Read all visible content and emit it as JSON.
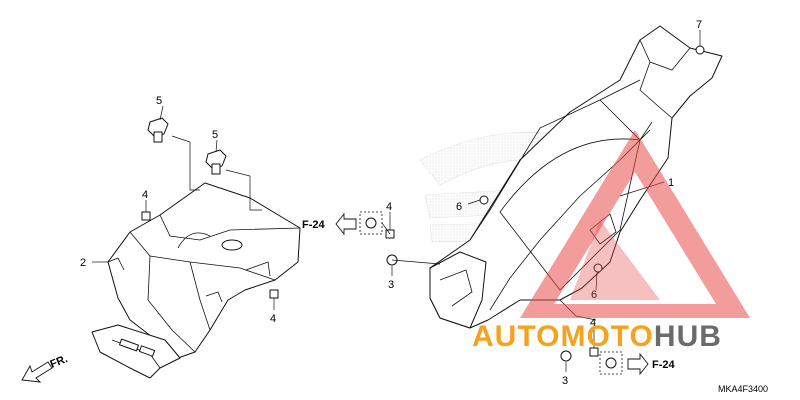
{
  "callouts": {
    "c1": "1",
    "c2": "2",
    "c3a": "3",
    "c3b": "3",
    "c4a": "4",
    "c4b": "4",
    "c4c": "4",
    "c4d": "4",
    "c5a": "5",
    "c5b": "5",
    "c6a": "6",
    "c6b": "6",
    "c7": "7"
  },
  "refs": {
    "f24_left": "F-24",
    "f24_right": "F-24",
    "front": "FR."
  },
  "watermark": {
    "brand_auto": "AUTO",
    "brand_moto": "MOTO",
    "brand_hub": "HUB",
    "colors": {
      "orange": "#f5a21e",
      "gray": "#6b6b6b",
      "red": "#e84a4a"
    }
  },
  "diagram_code": "MKA4F3400"
}
